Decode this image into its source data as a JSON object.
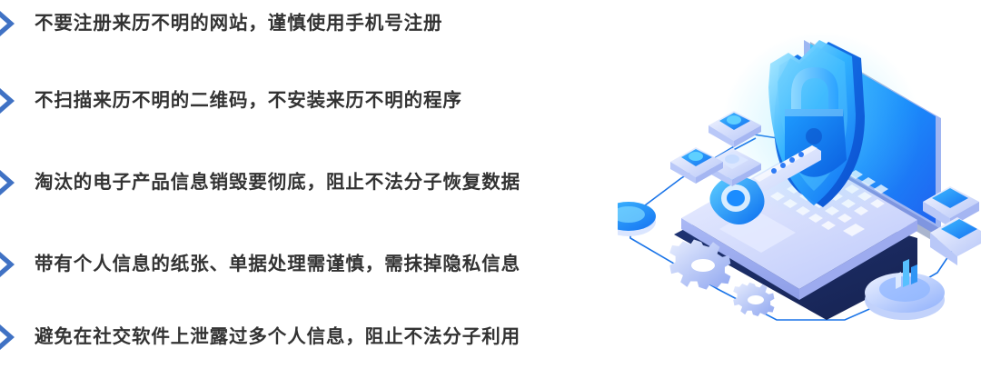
{
  "poster": {
    "background_color": "#ffffff",
    "accent_color": "#4072c4",
    "text_color": "#333333",
    "illustration_primary": "#1f8ffb",
    "illustration_light": "#cdd9fb"
  },
  "tips": [
    {
      "bullet_icon": "chevron-right-icon",
      "text": "不要注册来历不明的网站，谨慎使用手机号注册"
    },
    {
      "bullet_icon": "chevron-right-icon",
      "text": "不扫描来历不明的二维码，不安装来历不明的程序"
    },
    {
      "bullet_icon": "chevron-right-icon",
      "text": "淘汰的电子产品信息销毁要彻底，阻止不法分子恢复数据"
    },
    {
      "bullet_icon": "chevron-right-icon",
      "text": "带有个人信息的纸张、单据处理需谨慎，需抹掉隐私信息"
    },
    {
      "bullet_icon": "chevron-right-icon",
      "text": "避免在社交软件上泄露过多个人信息，阻止不法分子利用"
    }
  ],
  "illustration": {
    "name": "isometric-laptop-security-illustration",
    "elements": [
      "shield-icon",
      "padlock-icon",
      "key-icon",
      "laptop-icon",
      "gear-icon",
      "gear-icon",
      "data-node-icon",
      "data-node-icon",
      "data-node-icon",
      "server-block-icon",
      "server-block-icon",
      "bar-chart-pedestal-icon",
      "circle-node-icon",
      "connection-line"
    ]
  }
}
